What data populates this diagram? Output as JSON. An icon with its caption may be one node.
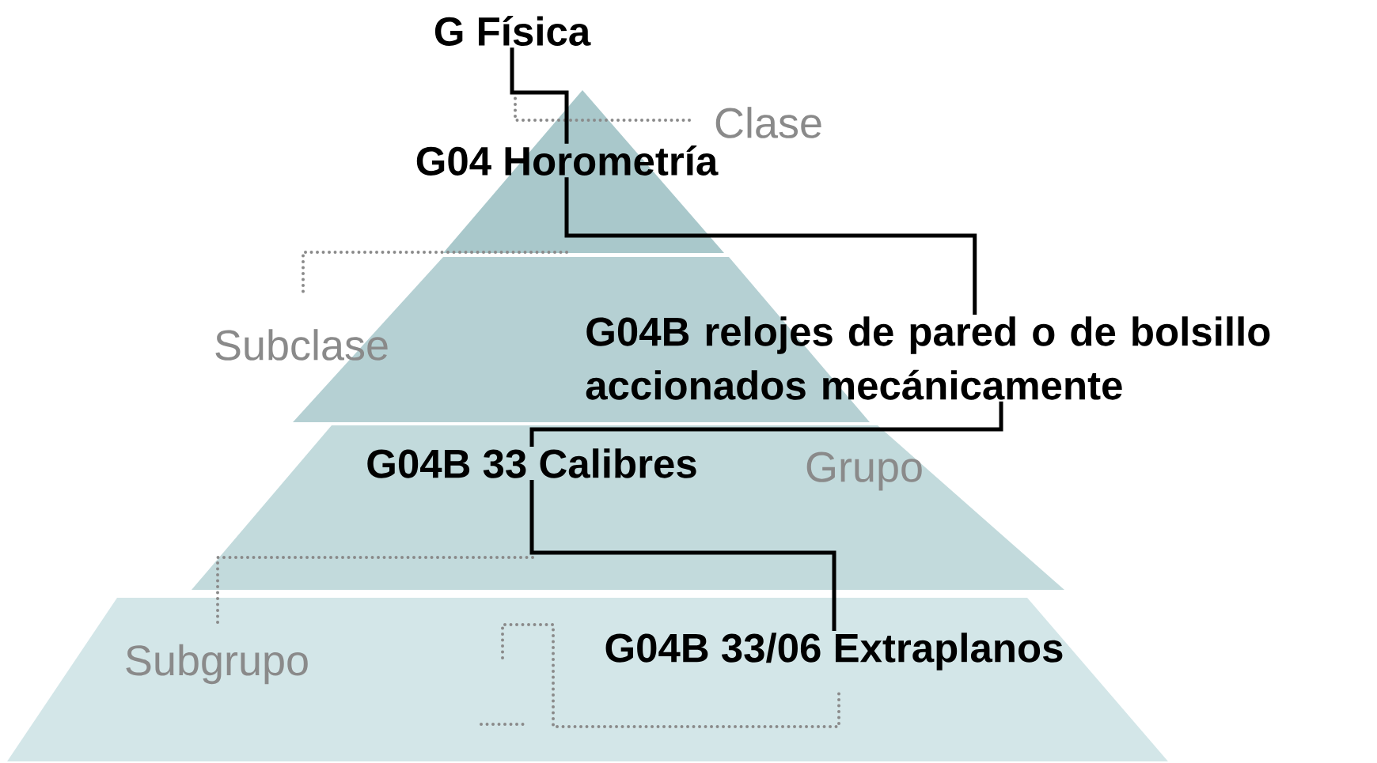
{
  "diagram": {
    "nodes": [
      {
        "text": [
          "G Física"
        ]
      },
      {
        "text": [
          "G04 Horometría"
        ]
      },
      {
        "text": [
          "G04B relojes de pared o de bolsillo accionados mecánicamente"
        ]
      },
      {
        "text": [
          "G04B 33 Calibres"
        ]
      },
      {
        "text": [
          "G04B 33/06 Extraplanos"
        ]
      }
    ],
    "edges": [
      {
        "from": 0,
        "to": 1,
        "arrow": "none"
      },
      {
        "from": 1,
        "to": 2,
        "arrow": "none"
      },
      {
        "from": 2,
        "to": 3,
        "arrow": "none"
      },
      {
        "from": 3,
        "to": 4,
        "arrow": "none"
      }
    ],
    "labels": [
      "Clase",
      "Subclase",
      "Grupo",
      "Subgrupo"
    ]
  }
}
